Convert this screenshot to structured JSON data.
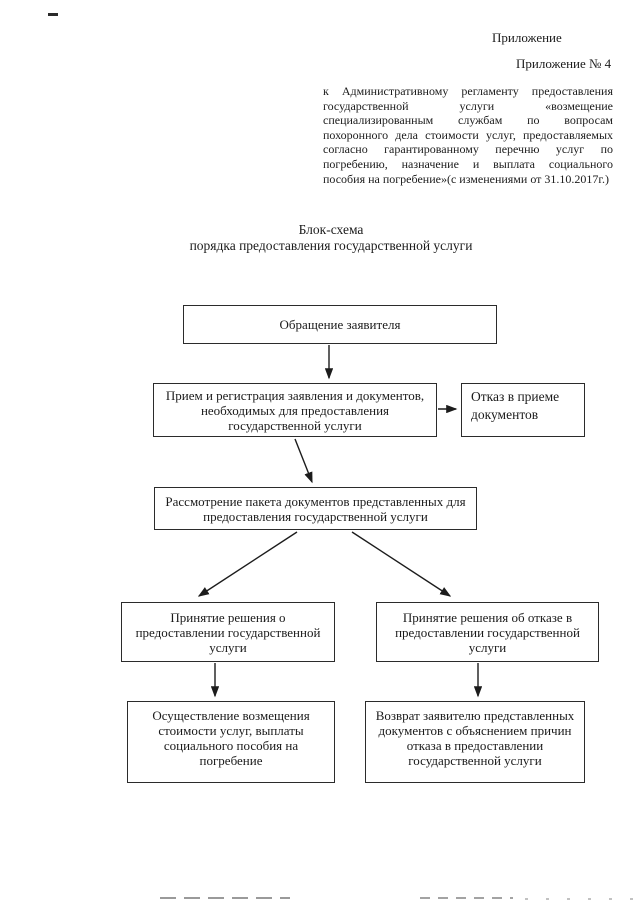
{
  "header": {
    "appendix": "Приложение",
    "appendix_no": "Приложение № 4"
  },
  "annotation": {
    "lines": [
      "к Административному регламенту предоставления",
      "государственной услуги «возмещение",
      "специализированным службам по вопросам",
      "похоронного дела стоимости услуг, предоставляемых",
      "согласно гарантированному перечню услуг по",
      "погребению, назначение и выплата социального",
      "пособия на погребение»(с изменениями от 31.10.2017г.)"
    ]
  },
  "title": {
    "line1": "Блок-схема",
    "line2": "порядка предоставления государственной услуги"
  },
  "flowchart": {
    "appeal": "Обращение заявителя",
    "reception": "Прием и регистрация заявления и документов,\nнеобходимых для предоставления\nгосударственной услуги",
    "refusal": "Отказ в приеме\nдокументов",
    "review": "Рассмотрение пакета документов представленных для\nпредоставления государственной услуги",
    "decision_grant": "Принятие решения  о\nпредоставлении государственной\nуслуги",
    "decision_deny": "Принятие решения  об отказе в\nпредоставлении государственной\nуслуги",
    "reimbursement": "Осуществление возмещения\nстоимости услуг,  выплаты\nсоциального пособия на\nпогребение",
    "return_docs": "Возврат заявителю представленных\nдокументов с объяснением причин\nотказа  в  предоставлении\nгосударственной услуги"
  },
  "colors": {
    "ink": "#1b1b1b",
    "border": "#2b2b2b",
    "noise": "#9a9a9a"
  }
}
